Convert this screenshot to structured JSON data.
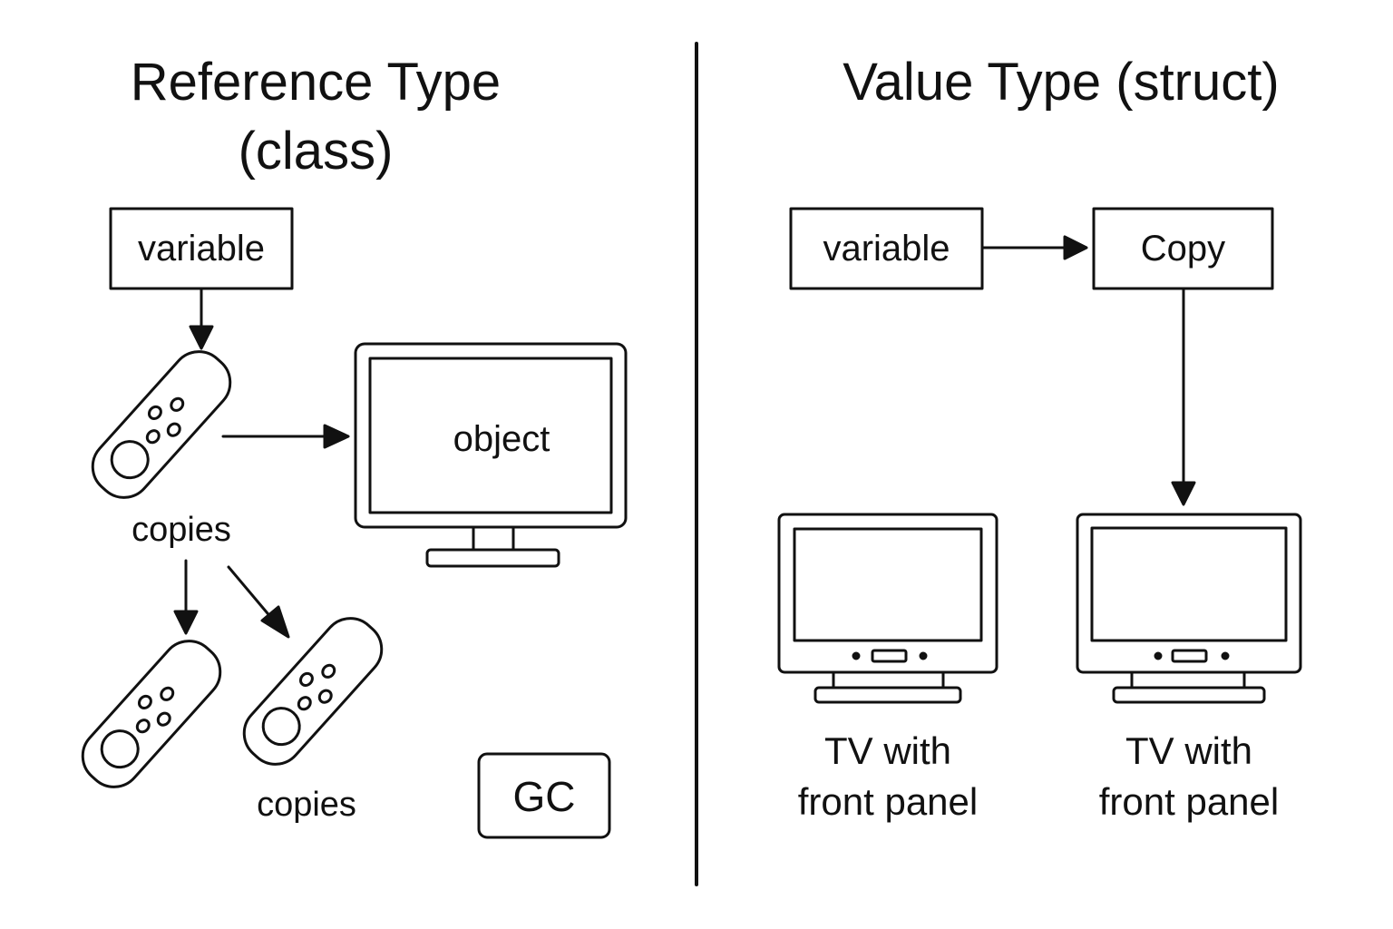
{
  "reference_panel": {
    "title_line1": "Reference Type",
    "title_line2": "(class)",
    "variable_label": "variable",
    "object_label": "object",
    "copies_label_upper": "copies",
    "copies_label_lower": "copies",
    "gc_label": "GC",
    "icons": [
      "remote-control-icon",
      "remote-control-icon",
      "remote-control-icon",
      "monitor-icon"
    ]
  },
  "value_panel": {
    "title": "Value Type (struct)",
    "variable_label": "variable",
    "copy_label": "Copy",
    "tv_left_caption_line1": "TV with",
    "tv_left_caption_line2": "front panel",
    "tv_right_caption_line1": "TV with",
    "tv_right_caption_line2": "front panel",
    "icons": [
      "tv-icon",
      "tv-icon"
    ]
  },
  "colors": {
    "ink": "#111111",
    "background": "#ffffff"
  }
}
